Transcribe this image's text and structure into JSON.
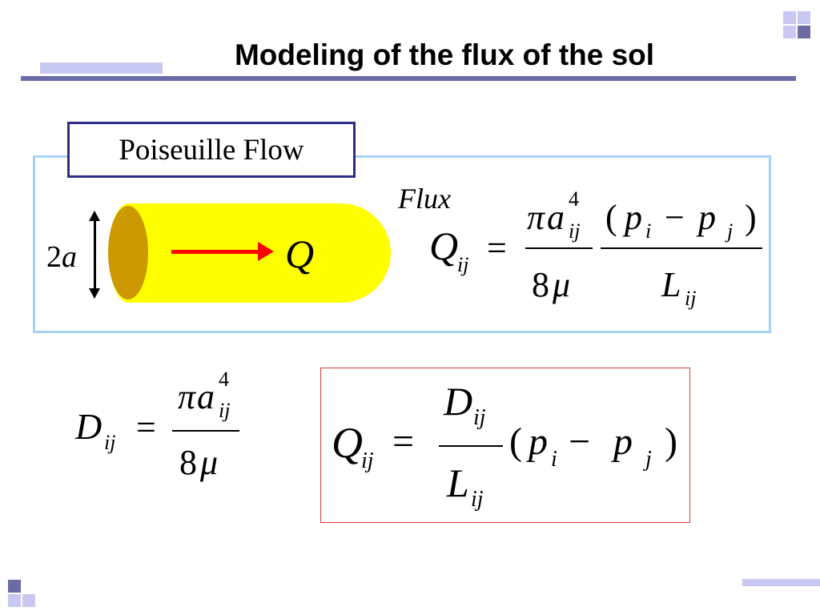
{
  "slide": {
    "title": "Modeling of the flux of the sol"
  },
  "poiseuille": {
    "label": "Poiseuille Flow",
    "diameter_label": {
      "coef": "2",
      "var": "a"
    },
    "flow_symbol": "Q",
    "flux_label": "Flux"
  },
  "equation_flux": {
    "lhs_var": "Q",
    "lhs_sub": "ij",
    "equals": "=",
    "num1": {
      "pi": "π",
      "var": "a",
      "sup": "4",
      "sub": "ij"
    },
    "den1": {
      "coef": "8",
      "var": "μ"
    },
    "num2": {
      "open": "(",
      "p1": "p",
      "s1": "i",
      "minus": "−",
      "p2": "p",
      "s2": "j",
      "close": ")"
    },
    "den2": {
      "var": "L",
      "sub": "ij"
    }
  },
  "equation_d": {
    "lhs_var": "D",
    "lhs_sub": "ij",
    "equals": "=",
    "num": {
      "pi": "π",
      "var": "a",
      "sup": "4",
      "sub": "ij"
    },
    "den": {
      "coef": "8",
      "var": "μ"
    }
  },
  "equation_result": {
    "lhs_var": "Q",
    "lhs_sub": "ij",
    "equals": "=",
    "num": {
      "var": "D",
      "sub": "ij"
    },
    "den": {
      "var": "L",
      "sub": "ij"
    },
    "rhs": {
      "open": "(",
      "p1": "p",
      "s1": "i",
      "minus": "−",
      "p2": "p",
      "s2": "j",
      "close": ")"
    }
  },
  "colors": {
    "title_rule": "#6b6ba8",
    "accent_light": "#c8c8f2",
    "outer_box": "#a9d1f5",
    "label_border": "#2d2d83",
    "cylinder": "#ffff00",
    "cylinder_end": "#cc9900",
    "flow_arrow": "#ff0000",
    "result_border": "#e03a3a"
  }
}
